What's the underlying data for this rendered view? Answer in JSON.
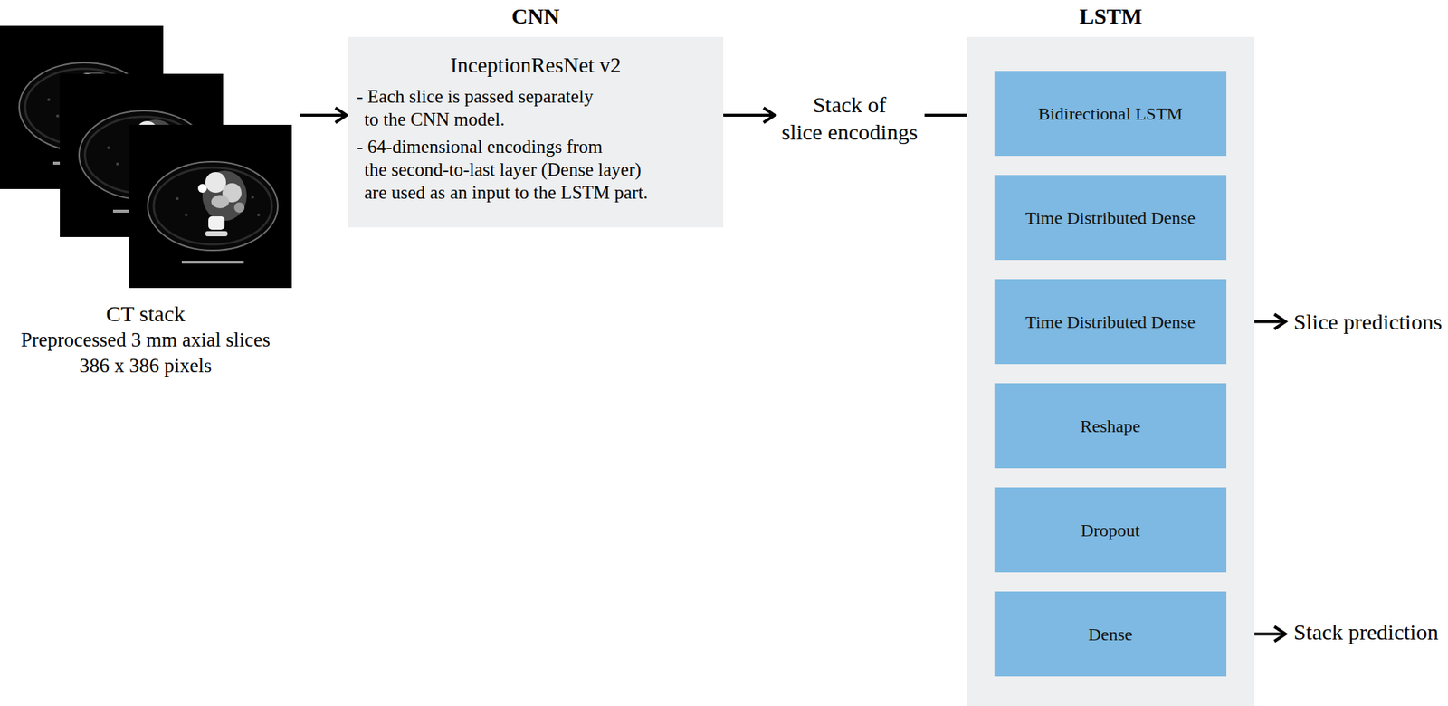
{
  "diagram": {
    "nodes": [
      {
        "text": [
          "CT stack",
          "Preprocessed 3 mm axial slices 386 x 386 pixels"
        ]
      },
      {
        "text": [
          "CNN",
          "InceptionResNet v2",
          "- Each slice is passed separately to the CNN model.",
          "- 64-dimensional encodings from the second-to-last layer (Dense layer) are used as an input to the LSTM part."
        ]
      },
      {
        "text": [
          "Stack of slice encodings"
        ]
      },
      {
        "text": [
          "LSTM"
        ]
      },
      {
        "text": [
          "Bidirectional LSTM"
        ],
        "in": 3
      },
      {
        "text": [
          "Time Distributed Dense"
        ],
        "in": 3
      },
      {
        "text": [
          "Time Distributed Dense"
        ],
        "in": 3
      },
      {
        "text": [
          "Reshape"
        ],
        "in": 3
      },
      {
        "text": [
          "Dropout"
        ],
        "in": 3
      },
      {
        "text": [
          "Dense"
        ],
        "in": 3
      },
      {
        "text": [
          "Slice predictions"
        ]
      },
      {
        "text": [
          "Stack prediction"
        ]
      }
    ],
    "edges": [
      {
        "from": 0,
        "to": 1,
        "arrow": "to"
      },
      {
        "from": 1,
        "to": 2,
        "arrow": "to"
      },
      {
        "from": 2,
        "to": 4,
        "arrow": "to"
      },
      {
        "from": 4,
        "to": 5,
        "arrow": "to"
      },
      {
        "from": 5,
        "to": 6,
        "arrow": "to"
      },
      {
        "from": 6,
        "to": 7,
        "arrow": "to"
      },
      {
        "from": 7,
        "to": 8,
        "arrow": "to"
      },
      {
        "from": 8,
        "to": 9,
        "arrow": "to"
      },
      {
        "from": 6,
        "to": 10,
        "arrow": "to"
      },
      {
        "from": 9,
        "to": 11,
        "arrow": "to"
      }
    ]
  }
}
